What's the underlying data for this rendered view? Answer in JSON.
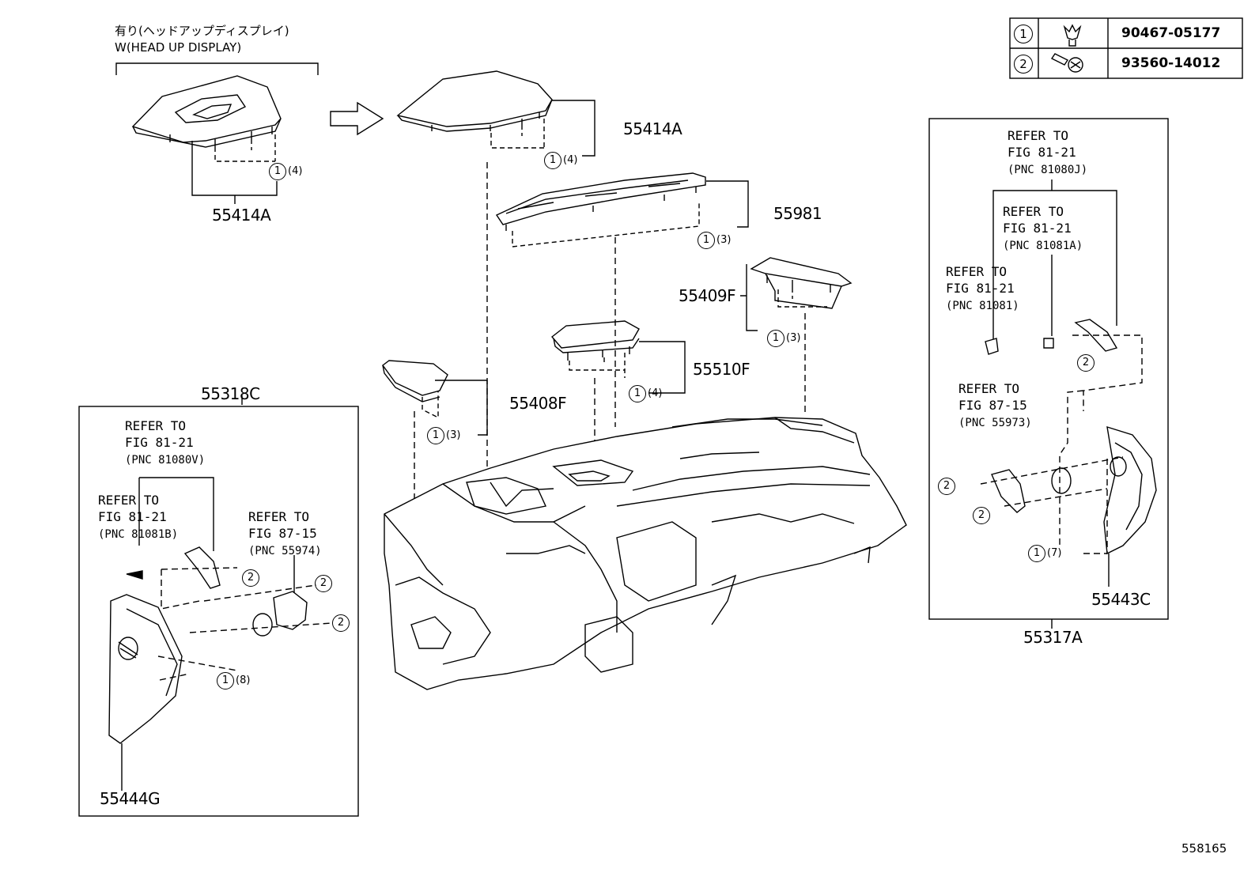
{
  "header": {
    "jp_label": "有り(ヘッドアップディスプレイ)",
    "en_label": "W(HEAD UP DISPLAY)"
  },
  "legend_table": {
    "rows": [
      {
        "key": "1",
        "icon": "clip-icon",
        "part": "90467-05177"
      },
      {
        "key": "2",
        "icon": "screw-icon",
        "part": "93560-14012"
      }
    ]
  },
  "parts": {
    "hud_cover": "55414A",
    "hud_cover_qty": "(4)",
    "cover": "55414A",
    "cover_qty": "(4)",
    "defroster": "55981",
    "defroster_qty": "(3)",
    "panel_right": "55409F",
    "panel_right_qty": "(3)",
    "panel_center": "55510F",
    "panel_center_qty": "(4)",
    "panel_left": "55408F",
    "panel_left_qty": "(3)",
    "side_left_assy": "55318C",
    "side_left_panel": "55444G",
    "side_left_qty": "(8)",
    "side_right_assy": "55317A",
    "side_right_panel": "55443C",
    "side_right_qty": "(7)"
  },
  "refers": {
    "left_1": {
      "line1": "REFER TO",
      "line2": "FIG 81-21",
      "line3": "(PNC 81080V)"
    },
    "left_2": {
      "line1": "REFER TO",
      "line2": "FIG 81-21",
      "line3": "(PNC 81081B)"
    },
    "left_3": {
      "line1": "REFER TO",
      "line2": "FIG 87-15",
      "line3": "(PNC 55974)"
    },
    "right_1": {
      "line1": "REFER TO",
      "line2": "FIG 81-21",
      "line3": "(PNC 81080J)"
    },
    "right_2": {
      "line1": "REFER TO",
      "line2": "FIG 81-21",
      "line3": "(PNC 81081A)"
    },
    "right_3": {
      "line1": "REFER TO",
      "line2": "FIG 81-21",
      "line3": "(PNC 81081)"
    },
    "right_4": {
      "line1": "REFER TO",
      "line2": "FIG 87-15",
      "line3": "(PNC 55973)"
    }
  },
  "callout": {
    "one": "1",
    "two": "2"
  },
  "footer": {
    "figure_id": "558165"
  }
}
